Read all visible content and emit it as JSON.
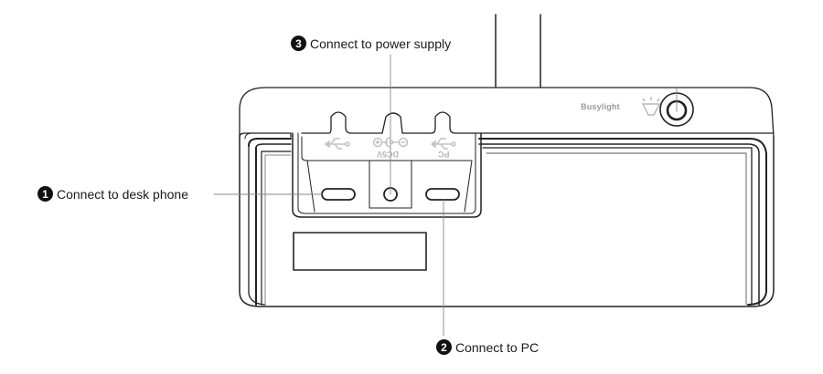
{
  "callouts": [
    {
      "number": "1",
      "label": "Connect to desk phone"
    },
    {
      "number": "2",
      "label": "Connect to PC"
    },
    {
      "number": "3",
      "label": "Connect to power supply"
    }
  ],
  "device": {
    "busylight_label": "Busylight",
    "port_labels": {
      "dc": "DC5V",
      "pc": "PC"
    },
    "icons": [
      "usb-icon",
      "dc-polarity-icon",
      "usb-icon",
      "lightbulb-icon"
    ]
  }
}
